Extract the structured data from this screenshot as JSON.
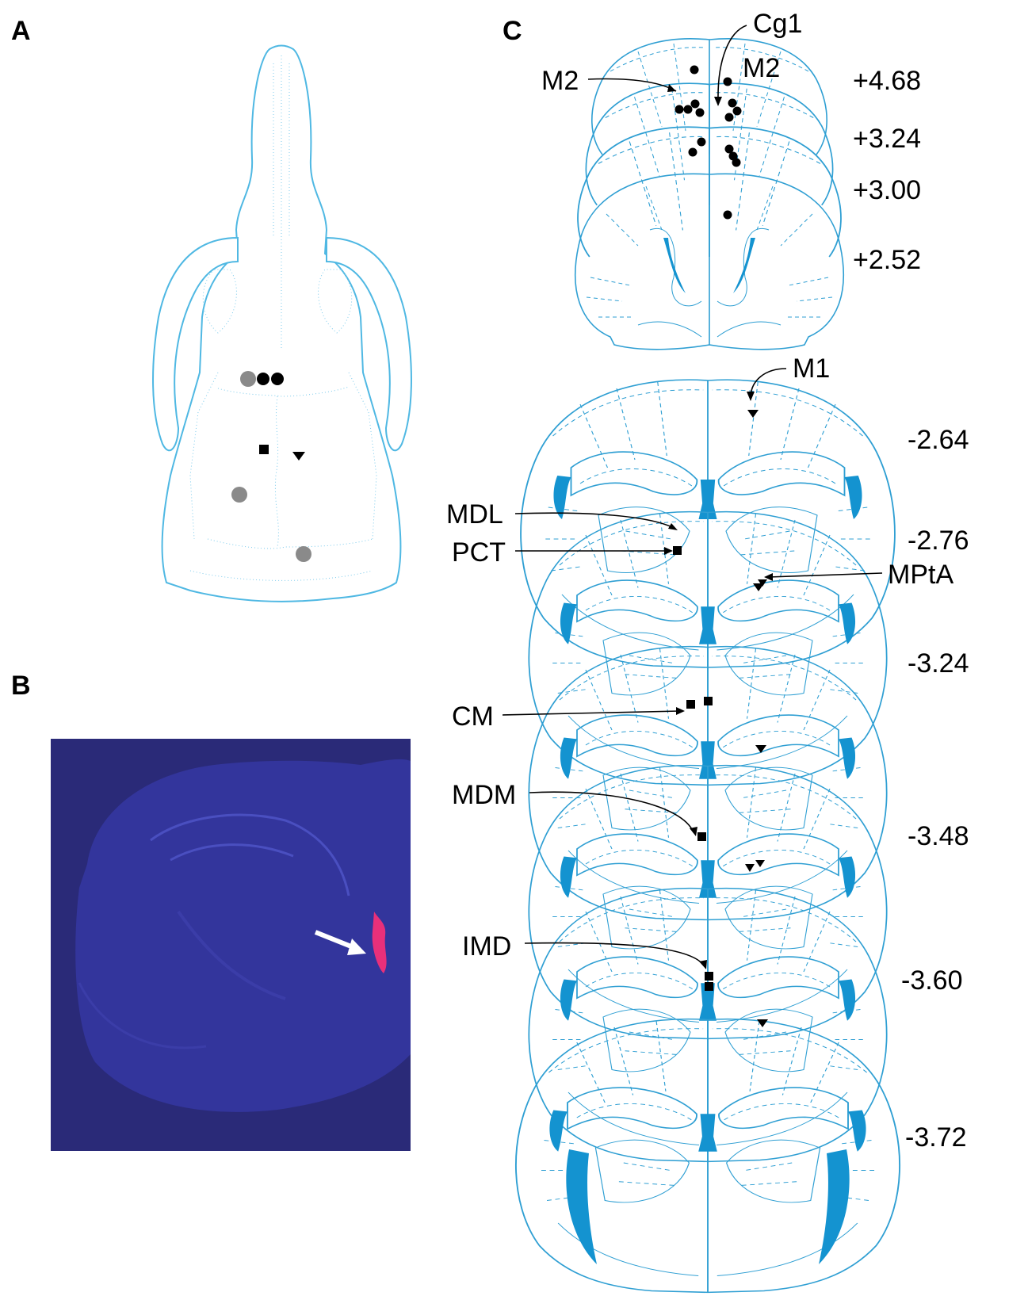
{
  "panels": {
    "a": {
      "label": "A"
    },
    "b": {
      "label": "B"
    },
    "c": {
      "label": "C"
    }
  },
  "anterior_sections": {
    "labels": {
      "m2_left": "M2",
      "m2_right": "M2",
      "cg1": "Cg1"
    },
    "coords": [
      "+4.68",
      "+3.24",
      "+3.00",
      "+2.52"
    ]
  },
  "posterior_sections": {
    "labels": {
      "m1": "M1",
      "mdl": "MDL",
      "pct": "PCT",
      "mpta": "MPtA",
      "cm": "CM",
      "mdm": "MDM",
      "imd": "IMD"
    },
    "coords": [
      "-2.64",
      "-2.76",
      "-3.24",
      "-3.48",
      "-3.60",
      "-3.72"
    ]
  },
  "colors": {
    "atlas_line": "#2f9fd3",
    "ventricle_fill": "#1493d0",
    "skull_line": "#4fb8e3",
    "histology_background": "#2a2a78",
    "lesion_marker": "#e8307a",
    "marker_black": "#000000",
    "marker_gray": "#8a8a8a"
  },
  "icons": {
    "arrow": "white-arrow-icon",
    "circle": "circle-marker",
    "square": "square-marker",
    "triangle": "triangle-marker"
  }
}
